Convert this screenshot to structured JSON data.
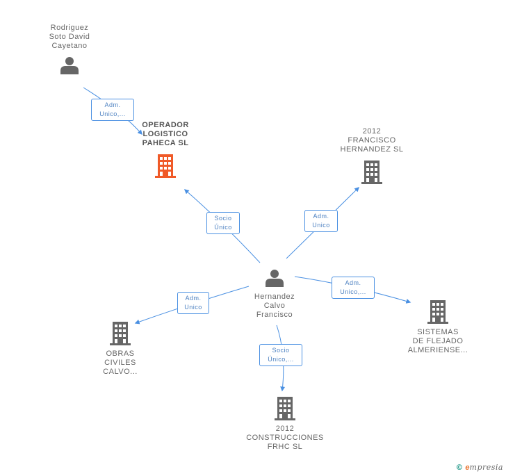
{
  "nodes": {
    "rodriguez": {
      "name": "Rodriguez\nSoto David\nCayetano",
      "type": "person"
    },
    "operador": {
      "name": "OPERADOR\nLOGISTICO\nPAHECA SL",
      "type": "company-focus"
    },
    "francisco2012": {
      "name": "2012\nFRANCISCO\nHERNANDEZ SL",
      "type": "company"
    },
    "hernandez": {
      "name": "Hernandez\nCalvo\nFrancisco",
      "type": "person"
    },
    "obras": {
      "name": "OBRAS\nCIVILES\nCALVO...",
      "type": "company"
    },
    "sistemas": {
      "name": "SISTEMAS\nDE FLEJADO\nALMERIENSE...",
      "type": "company"
    },
    "construcciones": {
      "name": "2012\nCONSTRUCCIONES\nFRHC SL",
      "type": "company"
    }
  },
  "relations": {
    "rodriguez_operador": "Adm.\nUnico,...",
    "hernandez_operador": "Socio\nÚnico",
    "hernandez_francisco": "Adm.\nUnico",
    "hernandez_obras": "Adm.\nUnico",
    "hernandez_sistemas": "Adm.\nUnico,...",
    "hernandez_construcciones": "Socio\nÚnico,..."
  },
  "colors": {
    "edge": "#4a90e2",
    "icon": "#666666",
    "focus": "#f05a28"
  },
  "footer": {
    "copyright": "©",
    "brand_e": "e",
    "brand_rest": "mpresia"
  }
}
